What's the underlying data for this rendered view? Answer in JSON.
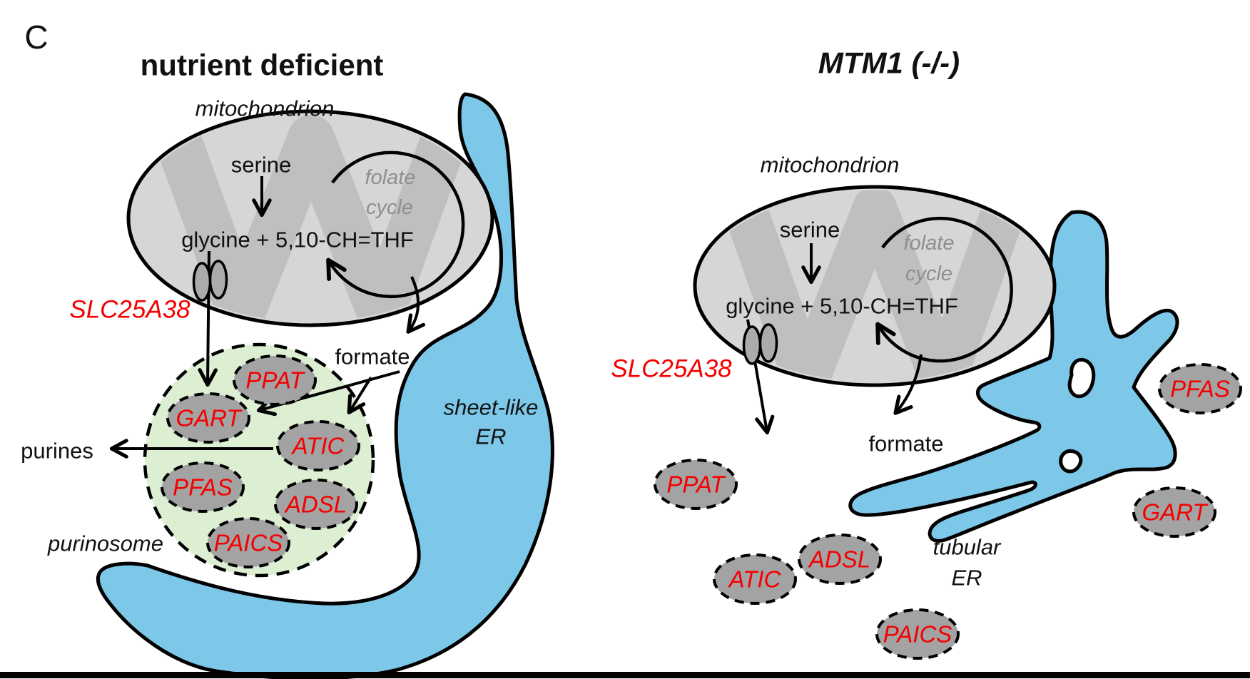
{
  "figure_label": "C",
  "colors": {
    "er_blue": "#7dc7e8",
    "mitochondrion_gray": "#d6d6d6",
    "mitochondrion_watermark_gray": "#bfbfbf",
    "enzyme_gray": "#a3a3a3",
    "purinosome_green": "#ddefd3",
    "enzyme_text_red": "#f40000",
    "folate_text_gray": "#8f8f8f"
  },
  "panels": {
    "left": {
      "title": "nutrient deficient",
      "mitochondrion_label": "mitochondrion",
      "serine_label": "serine",
      "reaction_label": "glycine + 5,10-CH=THF",
      "folate_cycle_line1": "folate",
      "folate_cycle_line2": "cycle",
      "transporter_label": "SLC25A38",
      "formate_label": "formate",
      "purines_label": "purines",
      "purinosome_label": "purinosome",
      "er_label_line1": "sheet-like",
      "er_label_line2": "ER",
      "enzymes": [
        "PPAT",
        "GART",
        "ATIC",
        "PFAS",
        "ADSL",
        "PAICS"
      ]
    },
    "right": {
      "title": "MTM1 (-/-)",
      "mitochondrion_label": "mitochondrion",
      "serine_label": "serine",
      "reaction_label": "glycine + 5,10-CH=THF",
      "folate_cycle_line1": "folate",
      "folate_cycle_line2": "cycle",
      "transporter_label": "SLC25A38",
      "formate_label": "formate",
      "er_label_line1": "tubular",
      "er_label_line2": "ER",
      "enzymes": [
        "PPAT",
        "ATIC",
        "ADSL",
        "PAICS",
        "PFAS",
        "GART"
      ]
    }
  }
}
